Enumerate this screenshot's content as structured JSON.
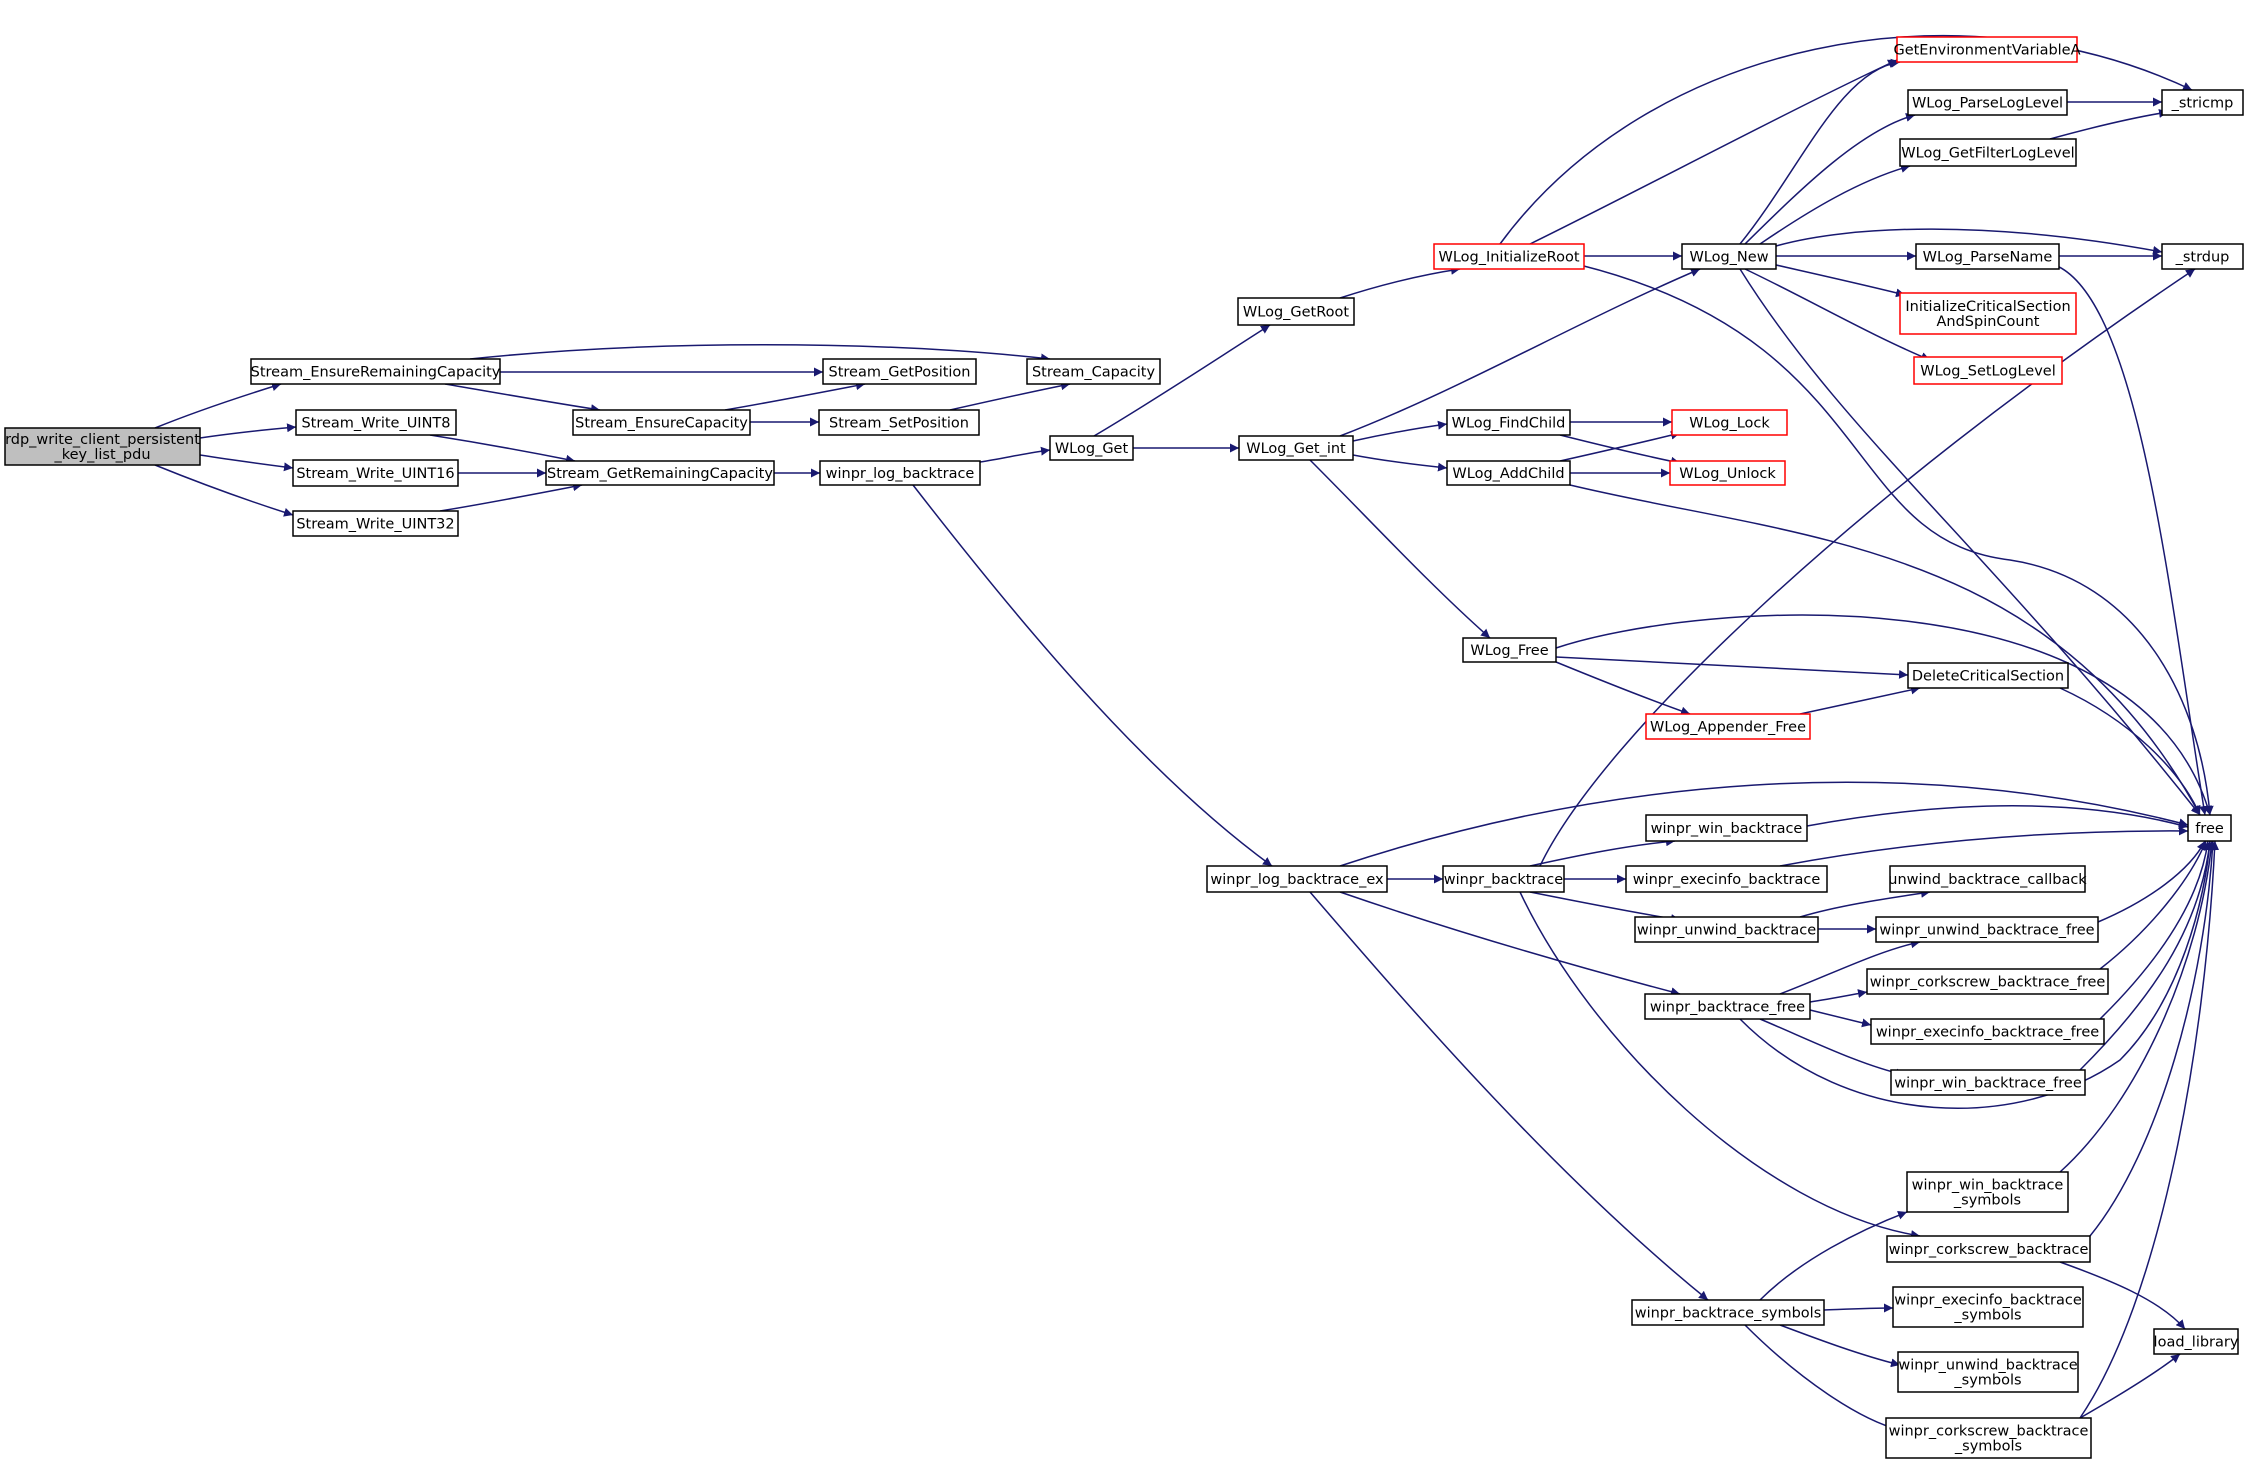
{
  "graph": {
    "colors": {
      "edge": "#191970",
      "node_border": "#000000",
      "external_node_border": "#ff0000",
      "root_fill": "#bfbfbf"
    },
    "nodes": [
      {
        "id": "root",
        "lines": [
          "rdp_write_client_persistent",
          "_key_list_pdu"
        ],
        "style": "root"
      },
      {
        "id": "serc",
        "lines": [
          "Stream_EnsureRemainingCapacity"
        ]
      },
      {
        "id": "swu8",
        "lines": [
          "Stream_Write_UINT8"
        ]
      },
      {
        "id": "swu16",
        "lines": [
          "Stream_Write_UINT16"
        ]
      },
      {
        "id": "swu32",
        "lines": [
          "Stream_Write_UINT32"
        ]
      },
      {
        "id": "sgp",
        "lines": [
          "Stream_GetPosition"
        ]
      },
      {
        "id": "sec",
        "lines": [
          "Stream_EnsureCapacity"
        ]
      },
      {
        "id": "sgrc",
        "lines": [
          "Stream_GetRemainingCapacity"
        ]
      },
      {
        "id": "scap",
        "lines": [
          "Stream_Capacity"
        ]
      },
      {
        "id": "ssp",
        "lines": [
          "Stream_SetPosition"
        ]
      },
      {
        "id": "wlb",
        "lines": [
          "winpr_log_backtrace"
        ]
      },
      {
        "id": "wlget",
        "lines": [
          "WLog_Get"
        ]
      },
      {
        "id": "wlgetroot",
        "lines": [
          "WLog_GetRoot"
        ]
      },
      {
        "id": "wlgetint",
        "lines": [
          "WLog_Get_int"
        ]
      },
      {
        "id": "wlinit",
        "lines": [
          "WLog_InitializeRoot"
        ],
        "style": "external"
      },
      {
        "id": "wlnew",
        "lines": [
          "WLog_New"
        ]
      },
      {
        "id": "wlfind",
        "lines": [
          "WLog_FindChild"
        ]
      },
      {
        "id": "wladd",
        "lines": [
          "WLog_AddChild"
        ]
      },
      {
        "id": "wlfree",
        "lines": [
          "WLog_Free"
        ]
      },
      {
        "id": "getenv",
        "lines": [
          "GetEnvironmentVariableA"
        ],
        "style": "external"
      },
      {
        "id": "parselog",
        "lines": [
          "WLog_ParseLogLevel"
        ]
      },
      {
        "id": "getfilter",
        "lines": [
          "WLog_GetFilterLogLevel"
        ]
      },
      {
        "id": "stricmp",
        "lines": [
          "_stricmp"
        ]
      },
      {
        "id": "parsename",
        "lines": [
          "WLog_ParseName"
        ]
      },
      {
        "id": "strdup",
        "lines": [
          "_strdup"
        ]
      },
      {
        "id": "initcs",
        "lines": [
          "InitializeCriticalSection",
          "AndSpinCount"
        ],
        "style": "external"
      },
      {
        "id": "setlog",
        "lines": [
          "WLog_SetLogLevel"
        ],
        "style": "external"
      },
      {
        "id": "wllock",
        "lines": [
          "WLog_Lock"
        ],
        "style": "external"
      },
      {
        "id": "wlunlock",
        "lines": [
          "WLog_Unlock"
        ],
        "style": "external"
      },
      {
        "id": "delcs",
        "lines": [
          "DeleteCriticalSection"
        ]
      },
      {
        "id": "appfree",
        "lines": [
          "WLog_Appender_Free"
        ],
        "style": "external"
      },
      {
        "id": "free",
        "lines": [
          "free"
        ]
      },
      {
        "id": "wlbex",
        "lines": [
          "winpr_log_backtrace_ex"
        ]
      },
      {
        "id": "wbt",
        "lines": [
          "winpr_backtrace"
        ]
      },
      {
        "id": "wwinbt",
        "lines": [
          "winpr_win_backtrace"
        ]
      },
      {
        "id": "wexecbt",
        "lines": [
          "winpr_execinfo_backtrace"
        ]
      },
      {
        "id": "wunwbt",
        "lines": [
          "winpr_unwind_backtrace"
        ]
      },
      {
        "id": "unwcb",
        "lines": [
          "unwind_backtrace_callback"
        ]
      },
      {
        "id": "wunwfree",
        "lines": [
          "winpr_unwind_backtrace_free"
        ]
      },
      {
        "id": "wbtfree",
        "lines": [
          "winpr_backtrace_free"
        ]
      },
      {
        "id": "wcorkfree",
        "lines": [
          "winpr_corkscrew_backtrace_free"
        ]
      },
      {
        "id": "wexecfree",
        "lines": [
          "winpr_execinfo_backtrace_free"
        ]
      },
      {
        "id": "wwinfree",
        "lines": [
          "winpr_win_backtrace_free"
        ]
      },
      {
        "id": "wwinsym",
        "lines": [
          "winpr_win_backtrace",
          "_symbols"
        ]
      },
      {
        "id": "wcorkbt",
        "lines": [
          "winpr_corkscrew_backtrace"
        ]
      },
      {
        "id": "wbtsym",
        "lines": [
          "winpr_backtrace_symbols"
        ]
      },
      {
        "id": "wexecsym",
        "lines": [
          "winpr_execinfo_backtrace",
          "_symbols"
        ]
      },
      {
        "id": "wunwsym",
        "lines": [
          "winpr_unwind_backtrace",
          "_symbols"
        ]
      },
      {
        "id": "wcorksym",
        "lines": [
          "winpr_corkscrew_backtrace",
          "_symbols"
        ]
      },
      {
        "id": "loadlib",
        "lines": [
          "load_library"
        ]
      }
    ],
    "edges": [
      [
        "root",
        "serc"
      ],
      [
        "root",
        "swu8"
      ],
      [
        "root",
        "swu16"
      ],
      [
        "root",
        "swu32"
      ],
      [
        "serc",
        "sgp"
      ],
      [
        "serc",
        "sec"
      ],
      [
        "serc",
        "scap"
      ],
      [
        "swu8",
        "sgrc"
      ],
      [
        "swu16",
        "sgrc"
      ],
      [
        "swu32",
        "sgrc"
      ],
      [
        "sec",
        "sgp"
      ],
      [
        "sec",
        "ssp"
      ],
      [
        "ssp",
        "scap"
      ],
      [
        "sgrc",
        "wlb"
      ],
      [
        "wlb",
        "wlget"
      ],
      [
        "wlb",
        "wlbex"
      ],
      [
        "wlget",
        "wlgetroot"
      ],
      [
        "wlget",
        "wlgetint"
      ],
      [
        "wlgetroot",
        "wlinit"
      ],
      [
        "wlinit",
        "getenv"
      ],
      [
        "wlinit",
        "stricmp"
      ],
      [
        "wlinit",
        "wlnew"
      ],
      [
        "wlinit",
        "free"
      ],
      [
        "wlgetint",
        "wlnew"
      ],
      [
        "wlgetint",
        "wlfind"
      ],
      [
        "wlgetint",
        "wladd"
      ],
      [
        "wlgetint",
        "wlfree"
      ],
      [
        "wlnew",
        "getenv"
      ],
      [
        "wlnew",
        "parselog"
      ],
      [
        "wlnew",
        "getfilter"
      ],
      [
        "wlnew",
        "strdup"
      ],
      [
        "wlnew",
        "parsename"
      ],
      [
        "wlnew",
        "initcs"
      ],
      [
        "wlnew",
        "setlog"
      ],
      [
        "wlnew",
        "free"
      ],
      [
        "parselog",
        "stricmp"
      ],
      [
        "getfilter",
        "stricmp"
      ],
      [
        "parsename",
        "strdup"
      ],
      [
        "parsename",
        "free"
      ],
      [
        "wlfind",
        "wllock"
      ],
      [
        "wlfind",
        "wlunlock"
      ],
      [
        "wladd",
        "wllock"
      ],
      [
        "wladd",
        "wlunlock"
      ],
      [
        "wladd",
        "free"
      ],
      [
        "wlfree",
        "free"
      ],
      [
        "wlfree",
        "delcs"
      ],
      [
        "wlfree",
        "appfree"
      ],
      [
        "appfree",
        "delcs"
      ],
      [
        "delcs",
        "free"
      ],
      [
        "wlbex",
        "free"
      ],
      [
        "wlbex",
        "wbt"
      ],
      [
        "wlbex",
        "wbtfree"
      ],
      [
        "wlbex",
        "wbtsym"
      ],
      [
        "wbt",
        "strdup"
      ],
      [
        "wbt",
        "wwinbt"
      ],
      [
        "wbt",
        "wexecbt"
      ],
      [
        "wbt",
        "wunwbt"
      ],
      [
        "wbt",
        "wcorkbt"
      ],
      [
        "wwinbt",
        "free"
      ],
      [
        "wexecbt",
        "free"
      ],
      [
        "wunwbt",
        "unwcb"
      ],
      [
        "wunwbt",
        "wunwfree"
      ],
      [
        "wunwfree",
        "free"
      ],
      [
        "wbtfree",
        "wunwfree"
      ],
      [
        "wbtfree",
        "wcorkfree"
      ],
      [
        "wbtfree",
        "wexecfree"
      ],
      [
        "wbtfree",
        "wwinfree"
      ],
      [
        "wbtfree",
        "free"
      ],
      [
        "wcorkfree",
        "free"
      ],
      [
        "wexecfree",
        "free"
      ],
      [
        "wwinfree",
        "free"
      ],
      [
        "wwinsym",
        "free"
      ],
      [
        "wcorkbt",
        "free"
      ],
      [
        "wcorkbt",
        "loadlib"
      ],
      [
        "wbtsym",
        "wwinsym"
      ],
      [
        "wbtsym",
        "wexecsym"
      ],
      [
        "wbtsym",
        "wunwsym"
      ],
      [
        "wbtsym",
        "wcorksym"
      ],
      [
        "wcorksym",
        "free"
      ],
      [
        "wcorksym",
        "loadlib"
      ]
    ]
  }
}
